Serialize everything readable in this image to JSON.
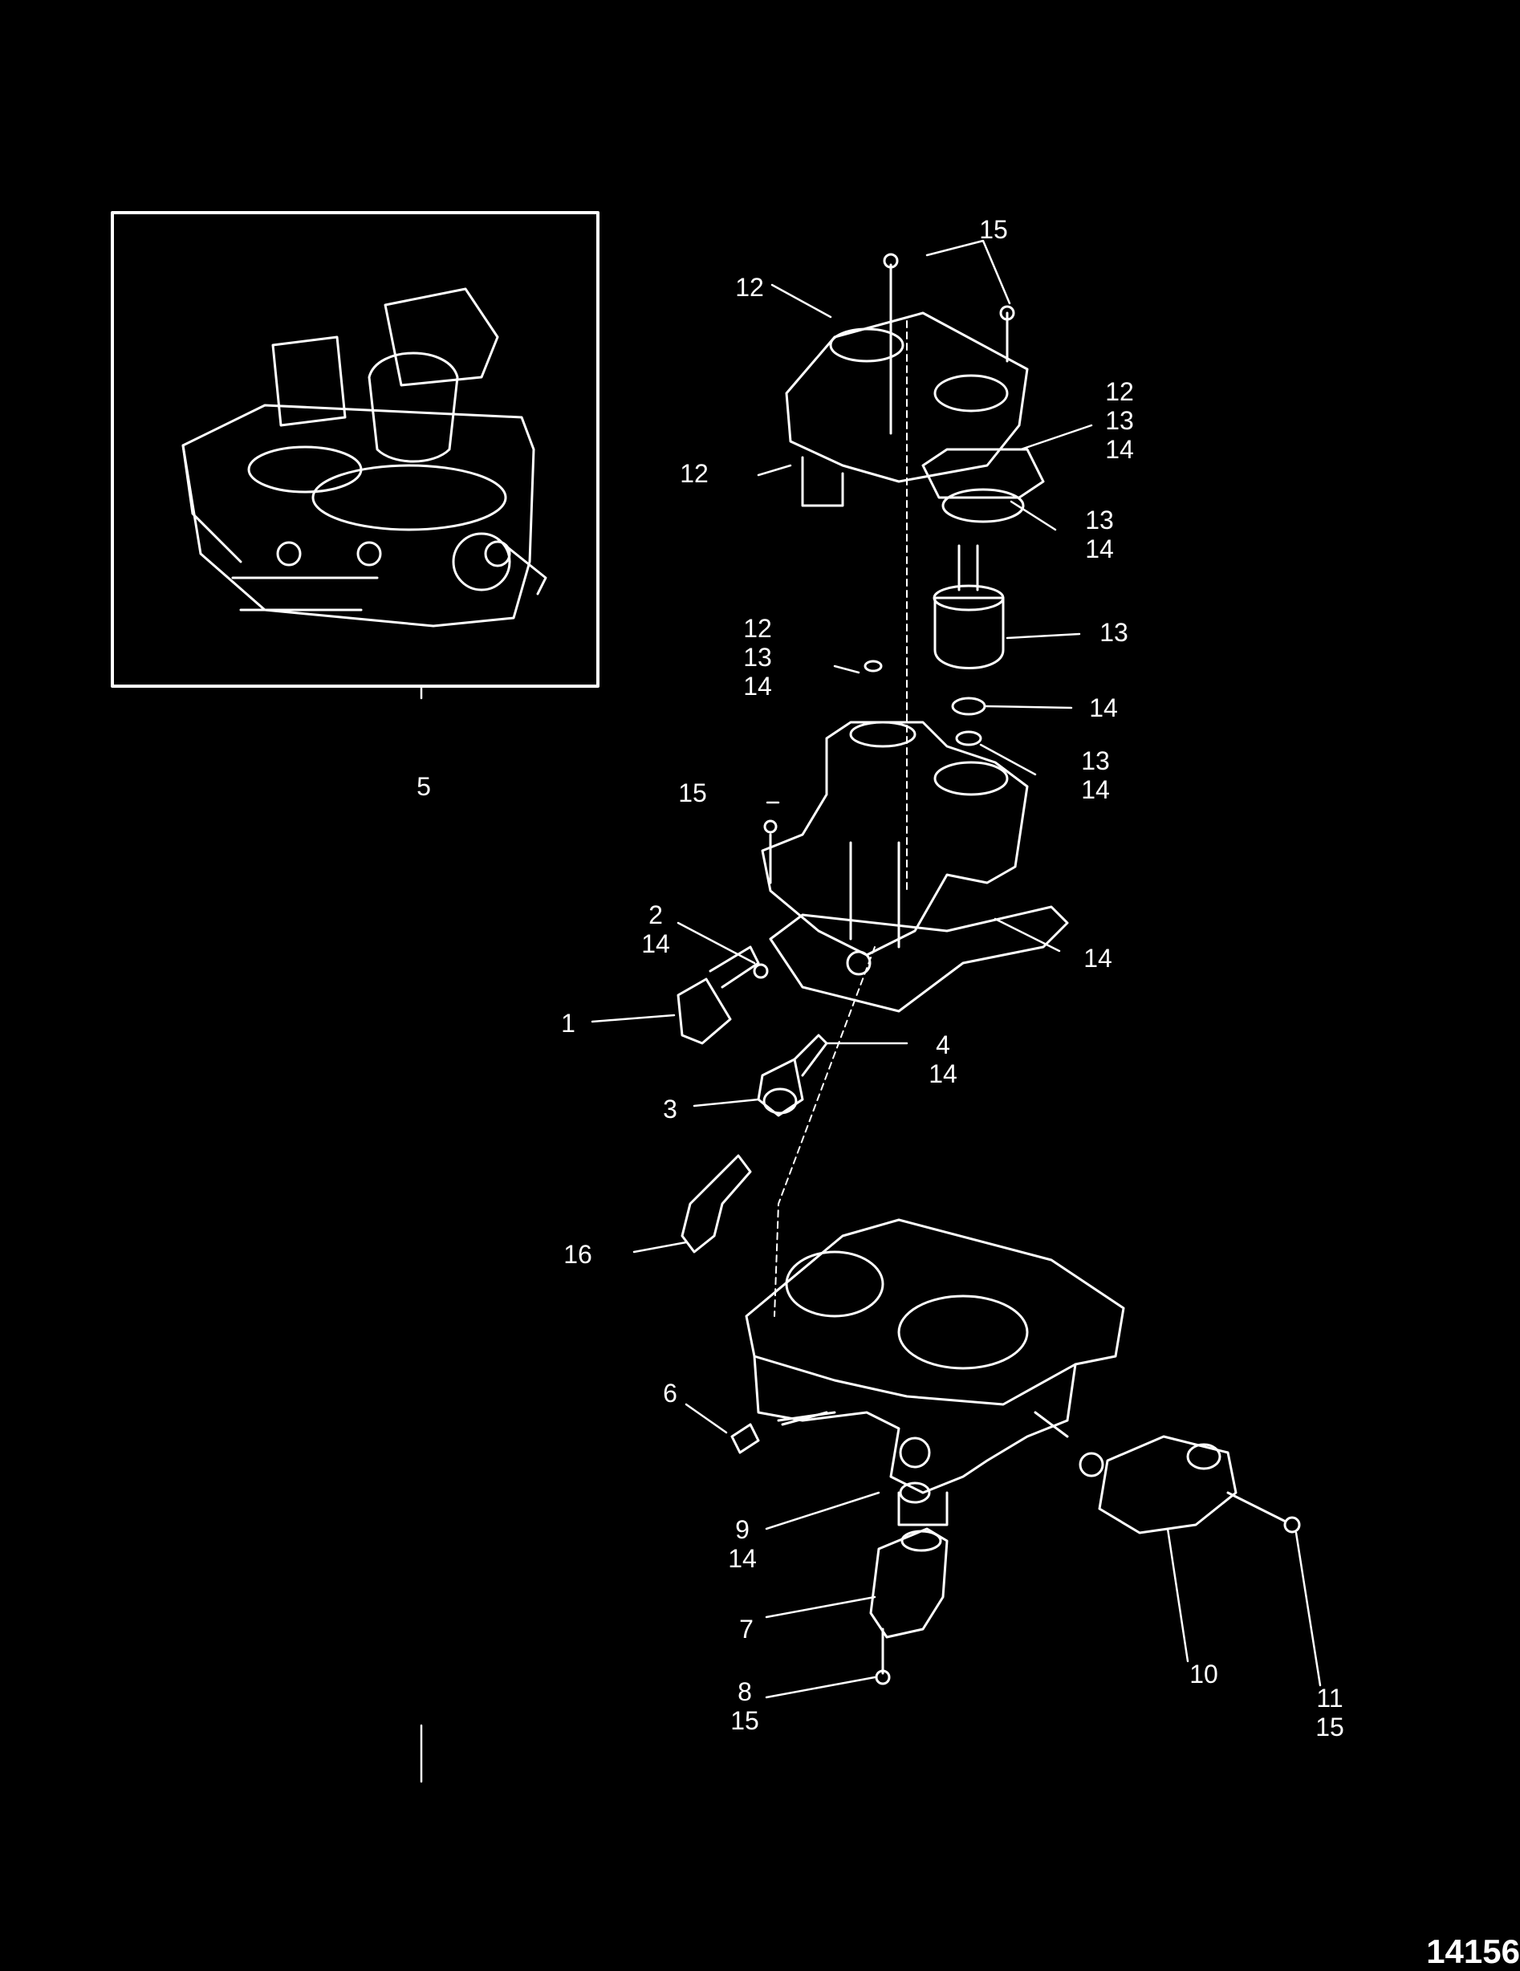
{
  "callouts": {
    "c15a": [
      "15"
    ],
    "c12a": [
      "12"
    ],
    "c12b": [
      "12",
      "13",
      "14"
    ],
    "c12c": [
      "12"
    ],
    "c13a": [
      "13",
      "14"
    ],
    "c13b": [
      "13"
    ],
    "c12d": [
      "12",
      "13",
      "14"
    ],
    "c14a": [
      "14"
    ],
    "c15b": [
      "15"
    ],
    "c13c": [
      "13",
      "14"
    ],
    "c2": [
      "2",
      "14"
    ],
    "c14b": [
      "14"
    ],
    "c1": [
      "1"
    ],
    "c4": [
      "4",
      "14"
    ],
    "c3": [
      "3"
    ],
    "c16": [
      "16"
    ],
    "c6": [
      "6"
    ],
    "c9": [
      "9",
      "14"
    ],
    "c7": [
      "7"
    ],
    "c8": [
      "8",
      "15"
    ],
    "c10": [
      "10"
    ],
    "c11": [
      "11",
      "15"
    ],
    "c5": [
      "5"
    ]
  },
  "figure_number": "14156"
}
